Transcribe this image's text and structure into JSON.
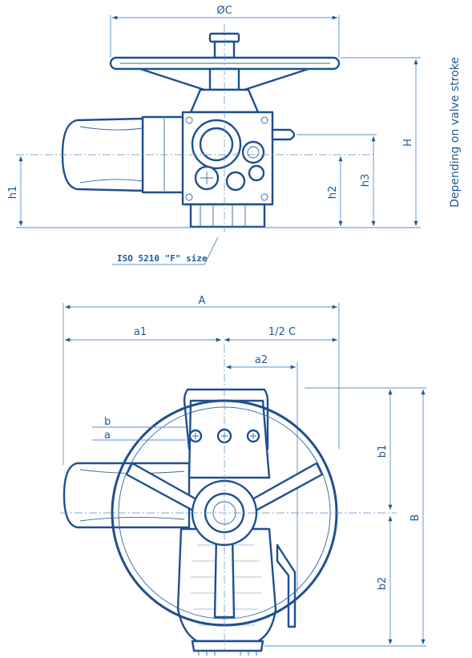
{
  "colors": {
    "line": "#1f4f8f",
    "dimension": "#5b8fc7",
    "text": "#1f5a96",
    "background": "#ffffff"
  },
  "side_view": {
    "dim_c": "ØC",
    "dim_h": "H",
    "dim_h1": "h1",
    "dim_h2": "h2",
    "dim_h3": "h3",
    "stroke_note": "Depending on valve stroke",
    "flange_note": "ISO 5210 \"F\" size"
  },
  "top_view": {
    "dim_a": "A",
    "dim_a1": "a1",
    "dim_half_c": "1/2 C",
    "dim_a2": "a2",
    "dim_b": "B",
    "dim_b1": "b1",
    "dim_b2": "b2",
    "dim_small_a": "a",
    "dim_small_b": "b"
  }
}
